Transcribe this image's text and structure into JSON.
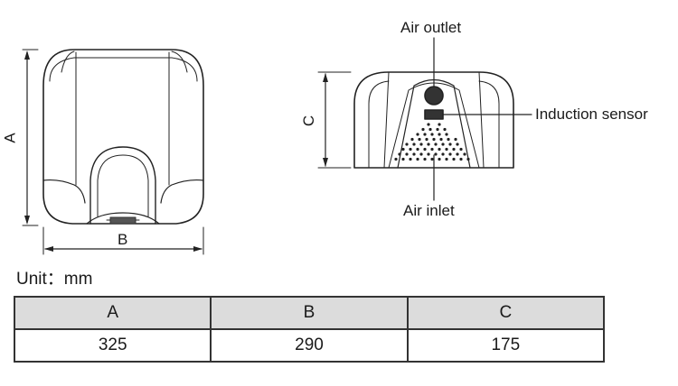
{
  "labels": {
    "air_outlet": "Air outlet",
    "induction_sensor": "Induction sensor",
    "air_inlet": "Air inlet",
    "dim_a": "A",
    "dim_b": "B",
    "dim_c": "C"
  },
  "unit_label": "Unit：mm",
  "table": {
    "headers": [
      "A",
      "B",
      "C"
    ],
    "values": [
      "325",
      "290",
      "175"
    ]
  }
}
